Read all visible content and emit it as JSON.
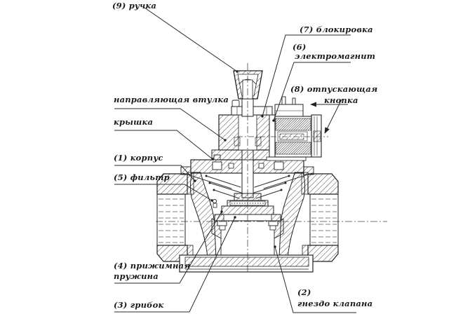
{
  "figure": {
    "kind": "valve cross-section technical drawing",
    "colors": {
      "line": "#222222",
      "background": "#ffffff",
      "label_text": "#1a1a1a"
    },
    "labels": {
      "handle": "(9) ручка",
      "lock": "(7) блокировка",
      "solenoid_num": "(6)",
      "solenoid": "электромагнит",
      "release_button_line1": "(8) отпускающая",
      "release_button_line2": "кнопка",
      "guide_bushing": "направляющая втулка",
      "cover": "крышка",
      "body": "(1) корпус",
      "filter": "(5) фильтр",
      "spring_line1": "(4) прижимная",
      "spring_line2": "пружина",
      "poppet": "(3) грибок",
      "seat_num": "(2)",
      "seat": "гнездо клапана"
    }
  }
}
